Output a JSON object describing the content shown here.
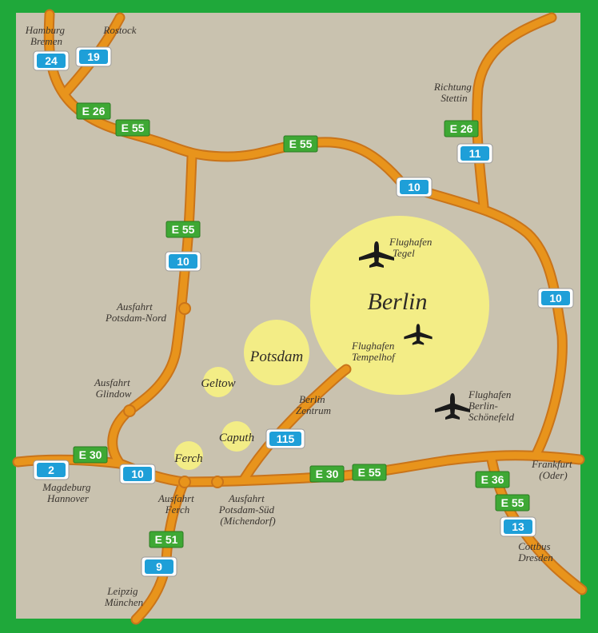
{
  "map": {
    "cities": [
      {
        "id": "berlin",
        "name": "Berlin"
      },
      {
        "id": "potsdam",
        "name": "Potsdam"
      },
      {
        "id": "geltow",
        "name": "Geltow"
      },
      {
        "id": "caputh",
        "name": "Caputh"
      },
      {
        "id": "ferch",
        "name": "Ferch"
      }
    ],
    "airports": [
      {
        "id": "tegel",
        "line1": "Flughafen",
        "line2": "Tegel"
      },
      {
        "id": "tempelhof",
        "line1": "Flughafen",
        "line2": "Tempelhof"
      },
      {
        "id": "schoenefeld",
        "line1": "Flughafen",
        "line2": "Berlin-",
        "line3": "Schönefeld"
      }
    ],
    "places": [
      {
        "id": "hamburg",
        "line1": "Hamburg",
        "line2": "Bremen"
      },
      {
        "id": "rostock",
        "line1": "Rostock"
      },
      {
        "id": "stettin",
        "line1": "Richtung",
        "line2": "Stettin"
      },
      {
        "id": "potsdam-nord",
        "line1": "Ausfahrt",
        "line2": "Potsdam-Nord"
      },
      {
        "id": "glindow",
        "line1": "Ausfahrt",
        "line2": "Glindow"
      },
      {
        "id": "zentrum",
        "line1": "Berlin",
        "line2": "Zentrum"
      },
      {
        "id": "magdeburg",
        "line1": "Magdeburg",
        "line2": "Hannover"
      },
      {
        "id": "ferch-exit",
        "line1": "Ausfahrt",
        "line2": "Ferch"
      },
      {
        "id": "potsdam-sued",
        "line1": "Ausfahrt",
        "line2": "Potsdam-Süd",
        "line3": "(Michendorf)"
      },
      {
        "id": "frankfurt",
        "line1": "Frankfurt",
        "line2": "(Oder)"
      },
      {
        "id": "cottbus",
        "line1": "Cottbus",
        "line2": "Dresden"
      },
      {
        "id": "leipzig",
        "line1": "Leipzig",
        "line2": "München"
      }
    ],
    "autobahn_signs": [
      {
        "id": "a24",
        "label": "24"
      },
      {
        "id": "a19",
        "label": "19"
      },
      {
        "id": "a11",
        "label": "11"
      },
      {
        "id": "a10-north",
        "label": "10"
      },
      {
        "id": "a10-west",
        "label": "10"
      },
      {
        "id": "a10-east",
        "label": "10"
      },
      {
        "id": "a2",
        "label": "2"
      },
      {
        "id": "a10-south",
        "label": "10"
      },
      {
        "id": "a115",
        "label": "115"
      },
      {
        "id": "a13",
        "label": "13"
      },
      {
        "id": "a9",
        "label": "9"
      }
    ],
    "europe_signs": [
      {
        "id": "e26-nw",
        "label": "E 26"
      },
      {
        "id": "e55-nw",
        "label": "E 55"
      },
      {
        "id": "e55-north",
        "label": "E 55"
      },
      {
        "id": "e26-ne",
        "label": "E 26"
      },
      {
        "id": "e55-west",
        "label": "E 55"
      },
      {
        "id": "e30-west",
        "label": "E 30"
      },
      {
        "id": "e30-south",
        "label": "E 30"
      },
      {
        "id": "e55-south",
        "label": "E 55"
      },
      {
        "id": "e36",
        "label": "E 36"
      },
      {
        "id": "e55-se",
        "label": "E 55"
      },
      {
        "id": "e51",
        "label": "E 51"
      }
    ],
    "colors": {
      "frame": "#1fa83a",
      "land": "#c9c2af",
      "road": "#e8941c",
      "road_edge": "#c9741a",
      "city_fill": "#f3ed86",
      "autobahn_sign": "#1e9fd8",
      "europe_sign": "#3ea834",
      "airplane": "#1a1a1a"
    }
  }
}
